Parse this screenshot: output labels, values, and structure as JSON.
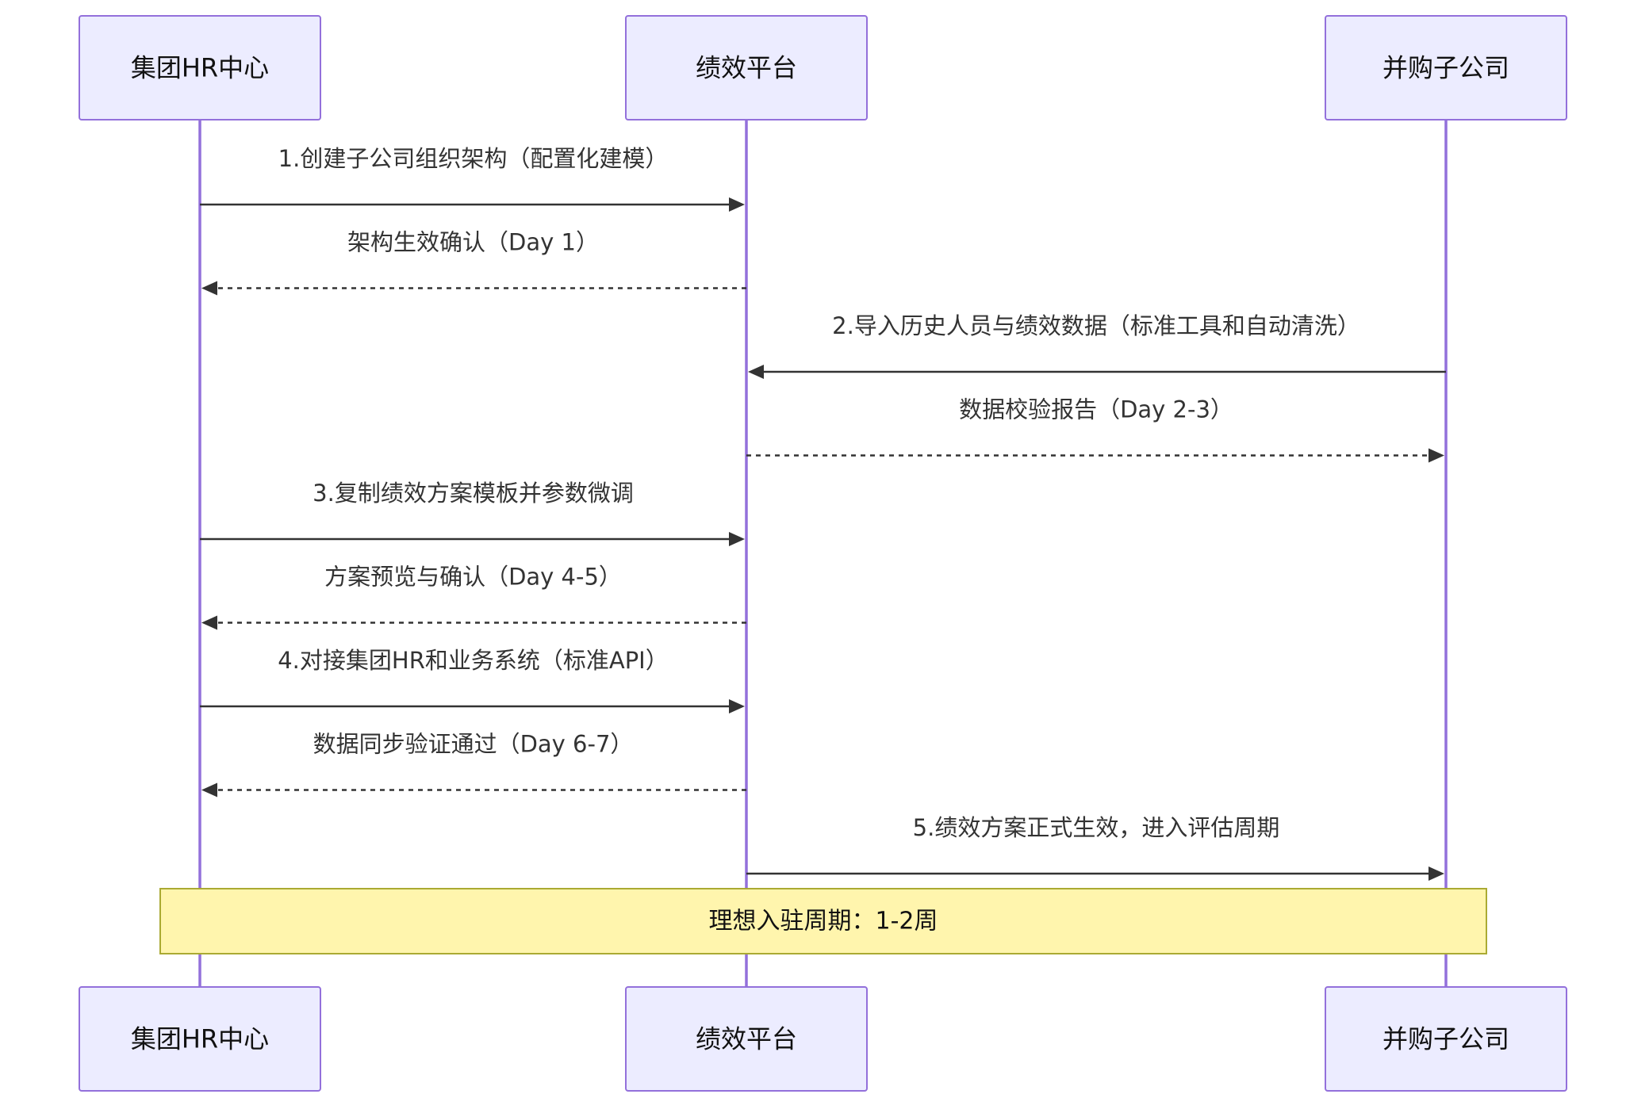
{
  "colors": {
    "actor_fill": "#ECECFF",
    "actor_border": "#9370DB",
    "lifeline": "#9370DB",
    "message": "#333333",
    "note_fill": "#FFF5AD",
    "note_border": "#AAAA33"
  },
  "participants": [
    {
      "id": "hr",
      "label": "集团HR中心"
    },
    {
      "id": "platform",
      "label": "绩效平台"
    },
    {
      "id": "sub",
      "label": "并购子公司"
    }
  ],
  "messages": [
    {
      "from": "hr",
      "to": "platform",
      "style": "solid",
      "text": "1.创建子公司组织架构（配置化建模）"
    },
    {
      "from": "platform",
      "to": "hr",
      "style": "dashed",
      "text": "架构生效确认（Day 1）"
    },
    {
      "from": "sub",
      "to": "platform",
      "style": "solid",
      "text": "2.导入历史人员与绩效数据（标准工具和自动清洗）"
    },
    {
      "from": "platform",
      "to": "sub",
      "style": "dashed",
      "text": "数据校验报告（Day 2-3）"
    },
    {
      "from": "hr",
      "to": "platform",
      "style": "solid",
      "text": "3.复制绩效方案模板并参数微调"
    },
    {
      "from": "platform",
      "to": "hr",
      "style": "dashed",
      "text": "方案预览与确认（Day 4-5）"
    },
    {
      "from": "hr",
      "to": "platform",
      "style": "solid",
      "text": "4.对接集团HR和业务系统（标准API）"
    },
    {
      "from": "platform",
      "to": "hr",
      "style": "dashed",
      "text": "数据同步验证通过（Day 6-7）"
    },
    {
      "from": "platform",
      "to": "sub",
      "style": "solid",
      "text": "5.绩效方案正式生效，进入评估周期"
    }
  ],
  "note": {
    "text": "理想入驻周期：1-2周",
    "over": [
      "hr",
      "sub"
    ]
  }
}
